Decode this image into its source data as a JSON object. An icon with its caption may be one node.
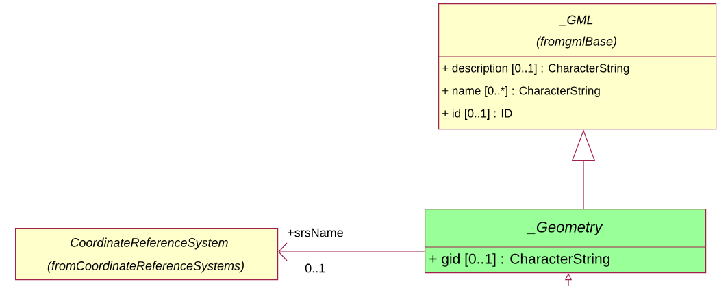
{
  "diagram": {
    "nodes": [
      {
        "text": [
          "_GML",
          "(fromgmlBase)",
          "+ description [0..1] : CharacterString",
          "+ name [0..*] : CharacterString",
          "+ id [0..1] : ID"
        ]
      },
      {
        "text": [
          "_CoordinateReferenceSystem",
          "(fromCoordinateReferenceSystems)"
        ]
      },
      {
        "text": [
          "_Geometry",
          "+ gid [0..1] : CharacterString"
        ]
      }
    ],
    "edges": [
      {
        "from": 2,
        "to": 0,
        "arrow": "to"
      },
      {
        "from": 2,
        "to": 1,
        "arrow": "to",
        "label": "+srsName"
      },
      {
        "from": null,
        "to": 2,
        "arrow": "to"
      }
    ],
    "labels": [
      "0..1"
    ]
  }
}
